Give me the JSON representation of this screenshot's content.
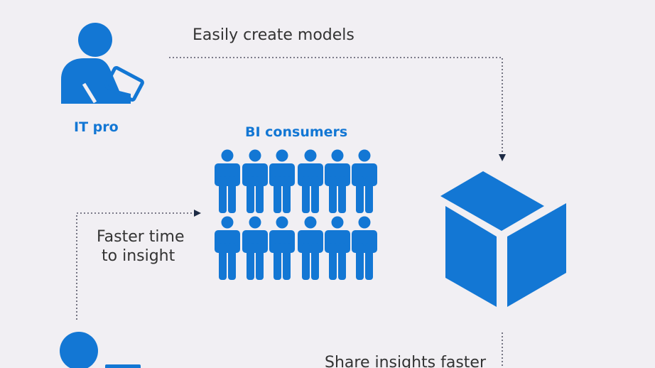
{
  "labels": {
    "it_pro": "IT pro",
    "bi_consumers": "BI consumers",
    "easily_create_models": "Easily create models",
    "faster_time_line1": "Faster time",
    "faster_time_line2": "to insight",
    "share_insights_faster": "Share insights faster"
  },
  "colors": {
    "accent": "#1377d4",
    "background": "#f1eff3",
    "text": "#333333",
    "connector": "#555566"
  },
  "icons": {
    "it_pro": "person-with-tablet-icon",
    "bi_consumers": "people-group-icon",
    "model": "cube-icon",
    "business_user": "person-with-laptop-icon"
  }
}
